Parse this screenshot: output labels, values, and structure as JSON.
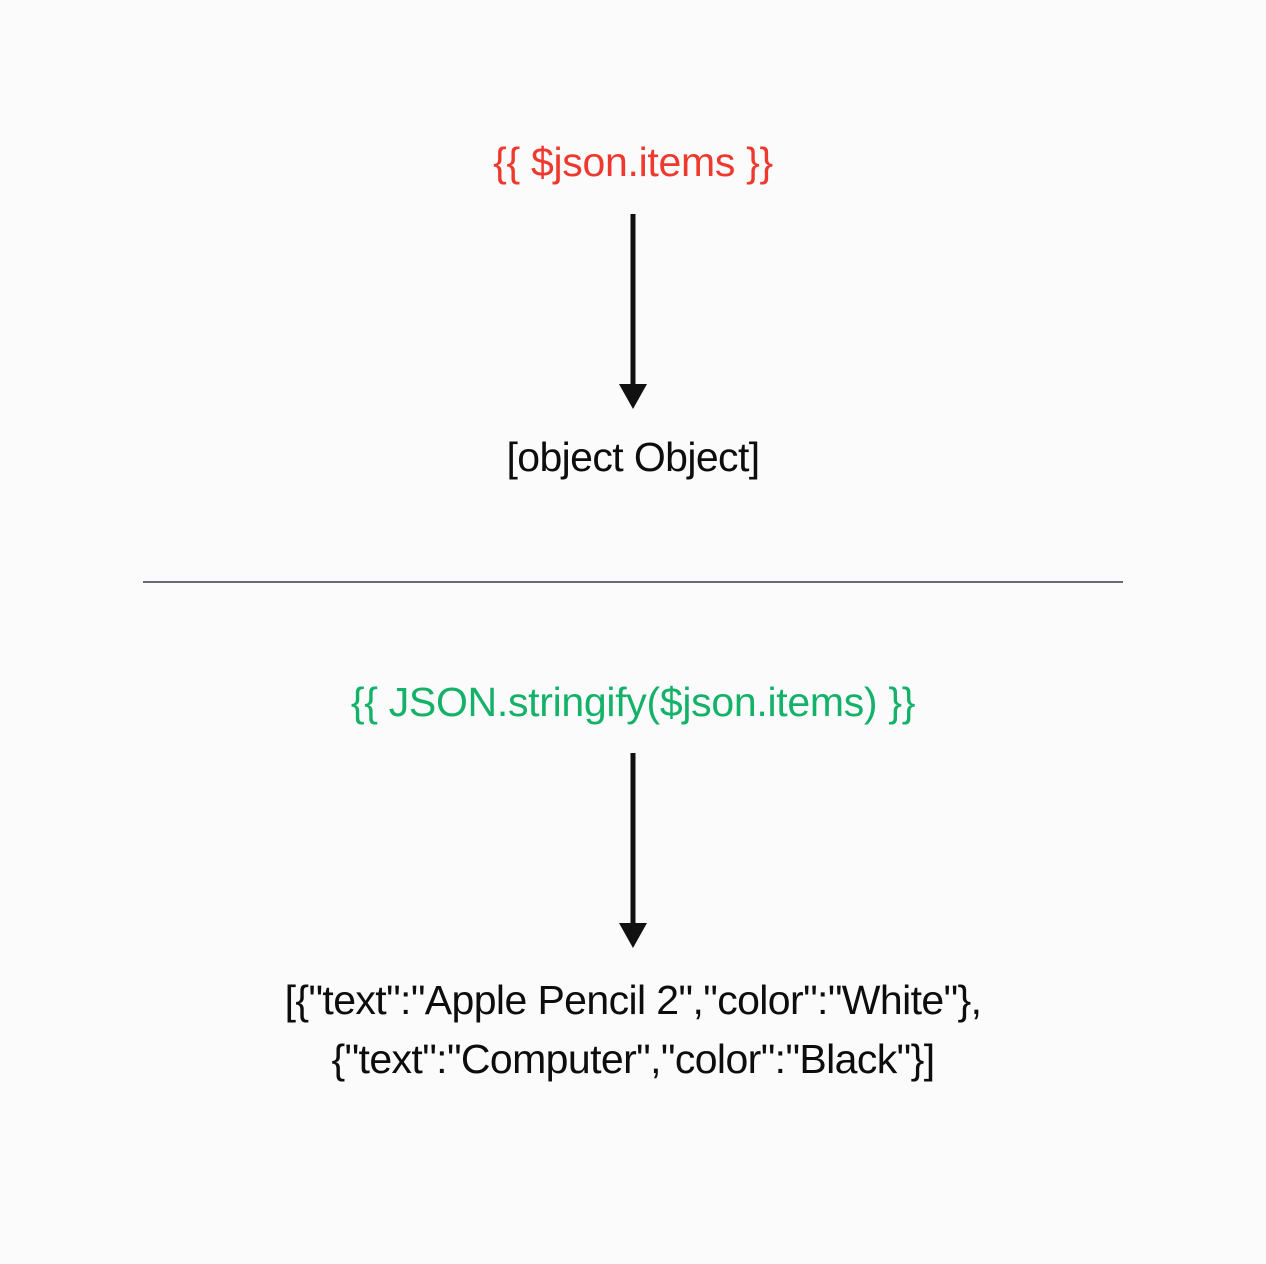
{
  "background_color": "#fbfbfb",
  "colors": {
    "expression_raw": "#f0392e",
    "expression_stringify": "#14b269",
    "result_text": "#0d0d0d",
    "divider": "#6b6b6f",
    "arrow": "#111111"
  },
  "sections": [
    {
      "id": "raw-object",
      "expression": "{{ $json.items }}",
      "expression_color": "#f0392e",
      "arrow_icon": "down-arrow-icon",
      "result": "[object Object]"
    },
    {
      "id": "stringified-object",
      "expression": "{{ JSON.stringify($json.items) }}",
      "expression_color": "#14b269",
      "arrow_icon": "down-arrow-icon",
      "result": "[{\"text\":\"Apple Pencil 2\",\"color\":\"White\"},\n{\"text\":\"Computer\",\"color\":\"Black\"}]"
    }
  ],
  "divider": {
    "present": true,
    "label": "section-divider"
  }
}
